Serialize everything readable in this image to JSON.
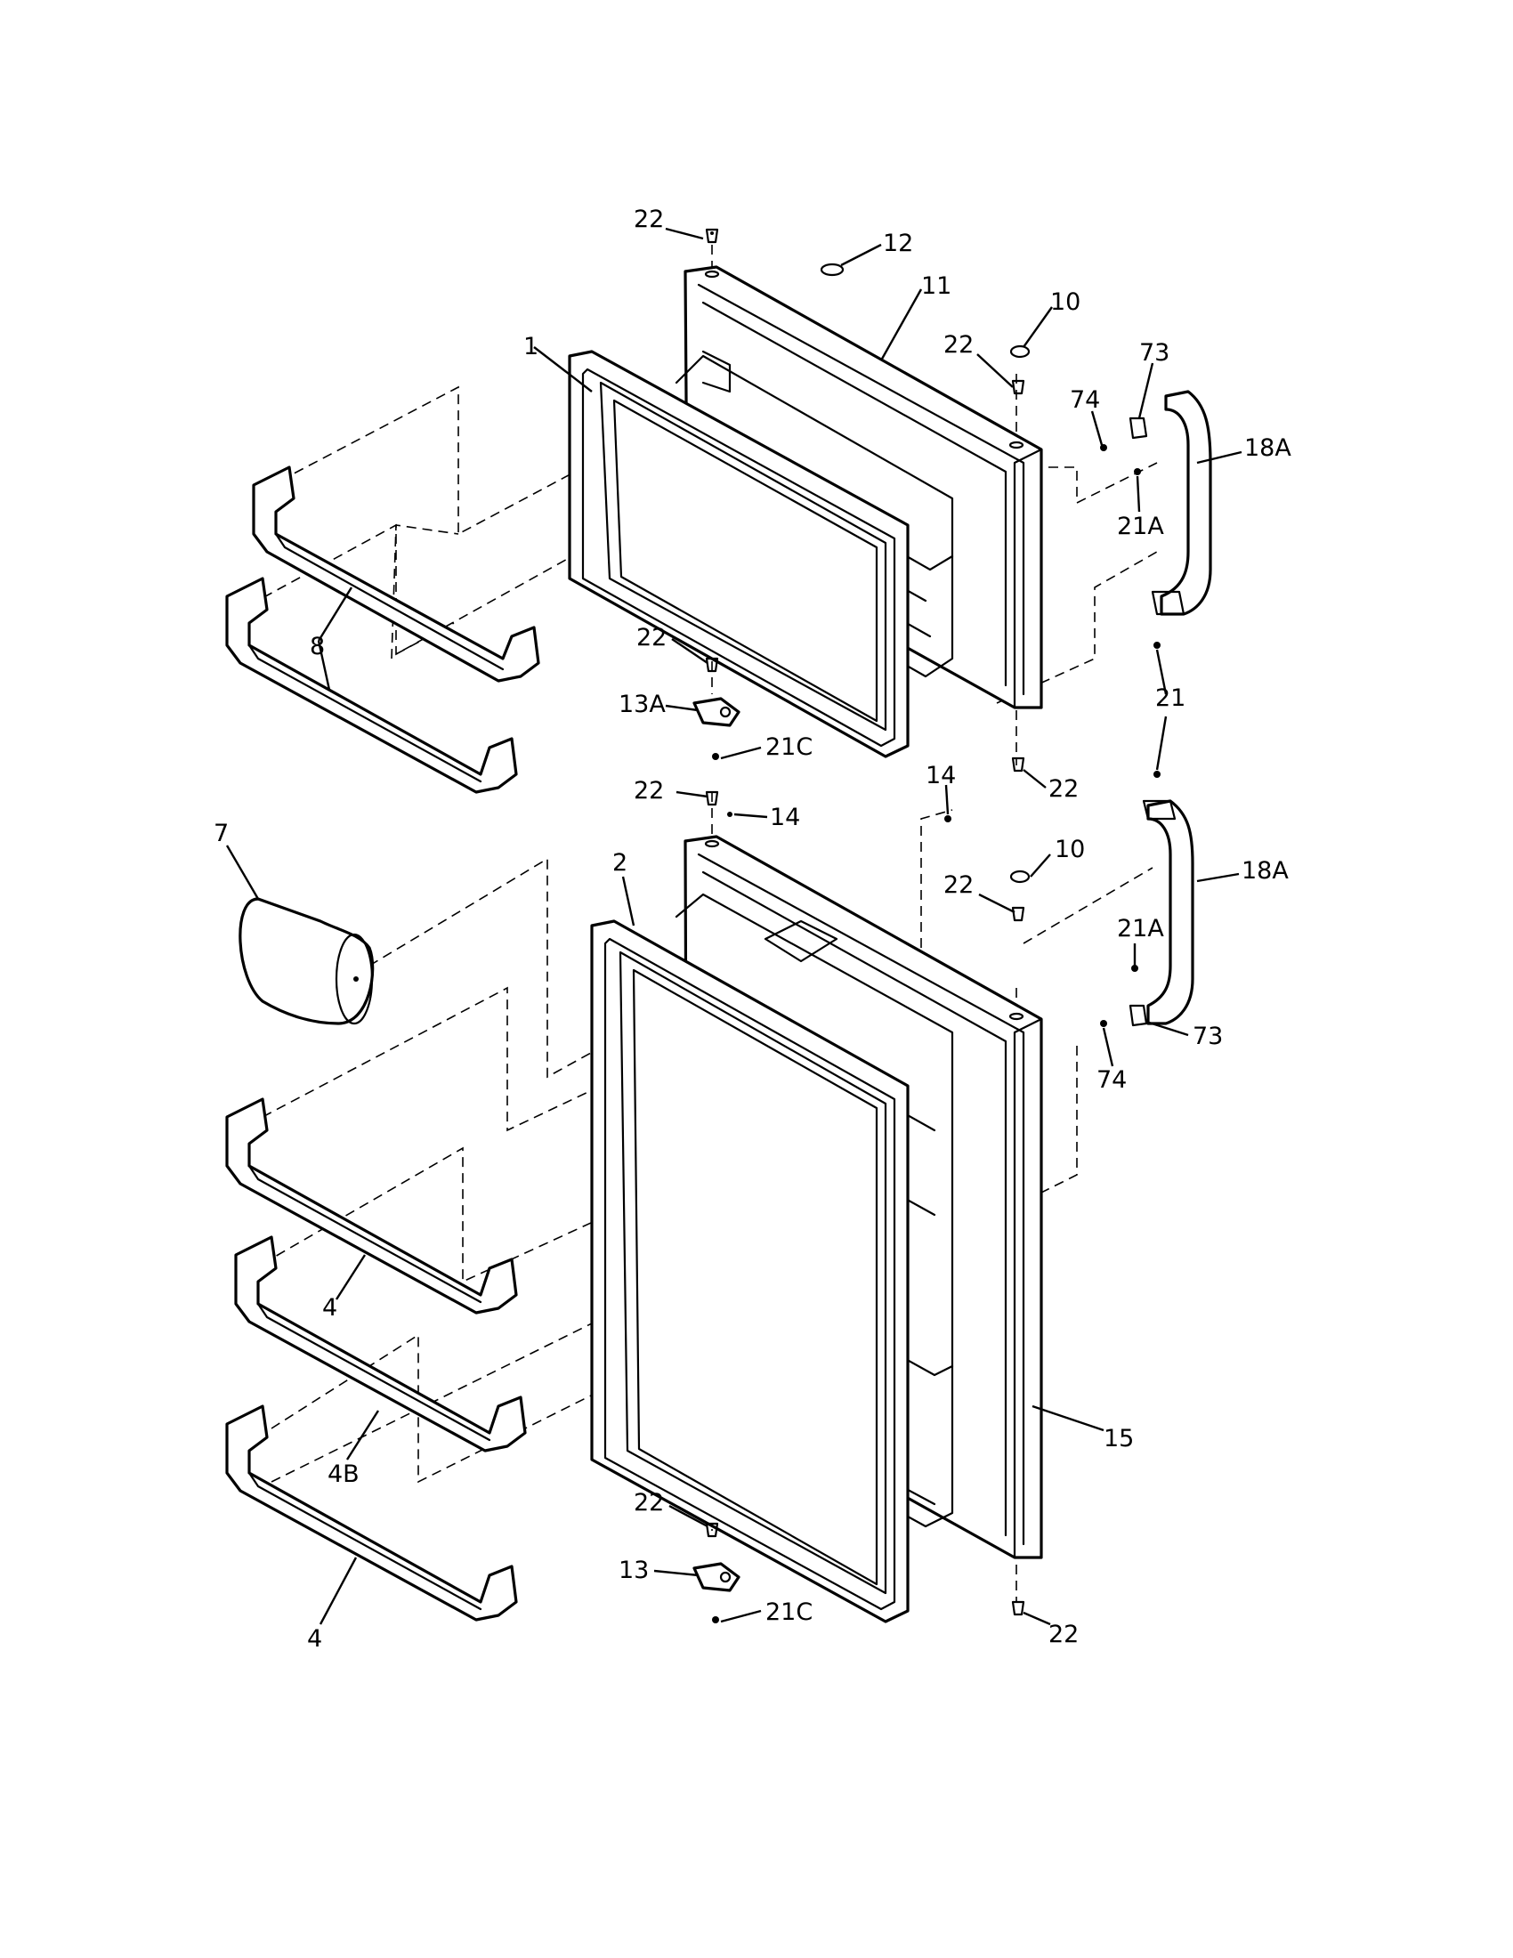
{
  "diagram": {
    "style": {
      "ink": "#000000",
      "paper": "#ffffff"
    },
    "callouts": [
      {
        "id": "c22-top-hinge",
        "text": "22"
      },
      {
        "id": "c12",
        "text": "12"
      },
      {
        "id": "c11",
        "text": "11"
      },
      {
        "id": "c10-upper",
        "text": "10"
      },
      {
        "id": "c1",
        "text": "1"
      },
      {
        "id": "c22-upper-right",
        "text": "22"
      },
      {
        "id": "c73-upper",
        "text": "73"
      },
      {
        "id": "c74-upper",
        "text": "74"
      },
      {
        "id": "c18a-upper",
        "text": "18A"
      },
      {
        "id": "c21a-upper",
        "text": "21A"
      },
      {
        "id": "c8",
        "text": "8"
      },
      {
        "id": "c22-mid-hinge",
        "text": "22"
      },
      {
        "id": "c13a",
        "text": "13A"
      },
      {
        "id": "c21c-upper",
        "text": "21C"
      },
      {
        "id": "c21",
        "text": "21"
      },
      {
        "id": "c22-upper-bottom",
        "text": "22"
      },
      {
        "id": "c22-lower-hinge",
        "text": "22"
      },
      {
        "id": "c14-left",
        "text": "14"
      },
      {
        "id": "c14-right",
        "text": "14"
      },
      {
        "id": "c7",
        "text": "7"
      },
      {
        "id": "c2",
        "text": "2"
      },
      {
        "id": "c10-lower",
        "text": "10"
      },
      {
        "id": "c22-lower-right",
        "text": "22"
      },
      {
        "id": "c18a-lower",
        "text": "18A"
      },
      {
        "id": "c21a-lower",
        "text": "21A"
      },
      {
        "id": "c73-lower",
        "text": "73"
      },
      {
        "id": "c74-lower",
        "text": "74"
      },
      {
        "id": "c4-upper",
        "text": "4"
      },
      {
        "id": "c4b",
        "text": "4B"
      },
      {
        "id": "c15",
        "text": "15"
      },
      {
        "id": "c22-bottom-hinge",
        "text": "22"
      },
      {
        "id": "c13",
        "text": "13"
      },
      {
        "id": "c21c-lower",
        "text": "21C"
      },
      {
        "id": "c4-lower",
        "text": "4"
      },
      {
        "id": "c22-bottom-right",
        "text": "22"
      }
    ]
  }
}
